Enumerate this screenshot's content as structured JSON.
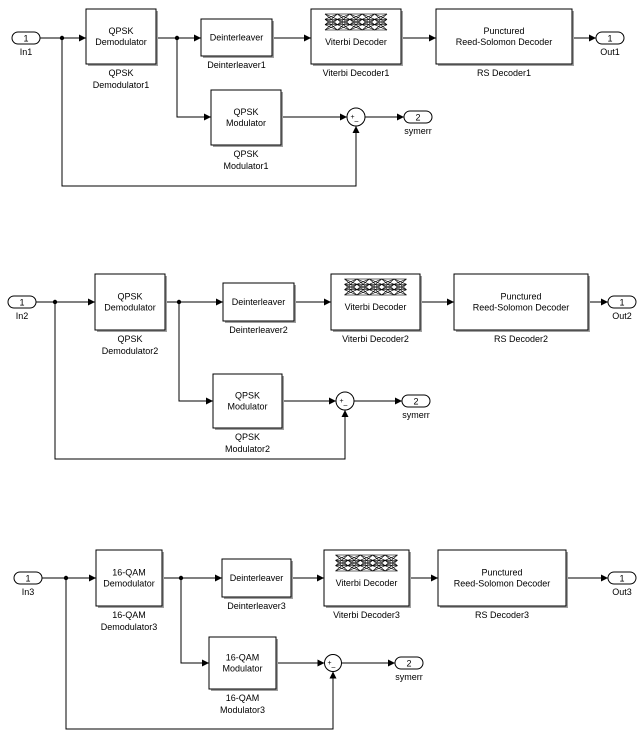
{
  "diagrams": [
    {
      "inport": {
        "label": "In1",
        "number": "1"
      },
      "demod": {
        "body": [
          "QPSK",
          "Demodulator"
        ],
        "caption": [
          "QPSK",
          "Demodulator1"
        ]
      },
      "deint": {
        "body": [
          "Deinterleaver"
        ],
        "caption": [
          "Deinterleaver1"
        ]
      },
      "viterbi": {
        "body": [
          "Viterbi Decoder"
        ],
        "caption": [
          "Viterbi Decoder1"
        ]
      },
      "rs": {
        "body": [
          "Punctured",
          "Reed-Solomon Decoder"
        ],
        "caption": [
          "RS Decoder1"
        ]
      },
      "outport": {
        "label": "Out1",
        "number": "1"
      },
      "mod": {
        "body": [
          "QPSK",
          "Modulator"
        ],
        "caption": [
          "QPSK",
          "Modulator1"
        ]
      },
      "sum": {
        "signs": "+-"
      },
      "symerr": {
        "label": "symerr",
        "number": "2"
      }
    },
    {
      "inport": {
        "label": "In2",
        "number": "1"
      },
      "demod": {
        "body": [
          "QPSK",
          "Demodulator"
        ],
        "caption": [
          "QPSK",
          "Demodulator2"
        ]
      },
      "deint": {
        "body": [
          "Deinterleaver"
        ],
        "caption": [
          "Deinterleaver2"
        ]
      },
      "viterbi": {
        "body": [
          "Viterbi Decoder"
        ],
        "caption": [
          "Viterbi Decoder2"
        ]
      },
      "rs": {
        "body": [
          "Punctured",
          "Reed-Solomon Decoder"
        ],
        "caption": [
          "RS Decoder2"
        ]
      },
      "outport": {
        "label": "Out2",
        "number": "1"
      },
      "mod": {
        "body": [
          "QPSK",
          "Modulator"
        ],
        "caption": [
          "QPSK",
          "Modulator2"
        ]
      },
      "sum": {
        "signs": "+-"
      },
      "symerr": {
        "label": "symerr",
        "number": "2"
      }
    },
    {
      "inport": {
        "label": "In3",
        "number": "1"
      },
      "demod": {
        "body": [
          "16-QAM",
          "Demodulator"
        ],
        "caption": [
          "16-QAM",
          "Demodulator3"
        ]
      },
      "deint": {
        "body": [
          "Deinterleaver"
        ],
        "caption": [
          "Deinterleaver3"
        ]
      },
      "viterbi": {
        "body": [
          "Viterbi Decoder"
        ],
        "caption": [
          "Viterbi Decoder3"
        ]
      },
      "rs": {
        "body": [
          "Punctured",
          "Reed-Solomon Decoder"
        ],
        "caption": [
          "RS Decoder3"
        ]
      },
      "outport": {
        "label": "Out3",
        "number": "1"
      },
      "mod": {
        "body": [
          "16-QAM",
          "Modulator"
        ],
        "caption": [
          "16-QAM",
          "Modulator3"
        ]
      },
      "sum": {
        "signs": "+-"
      },
      "symerr": {
        "label": "symerr",
        "number": "2"
      }
    }
  ]
}
